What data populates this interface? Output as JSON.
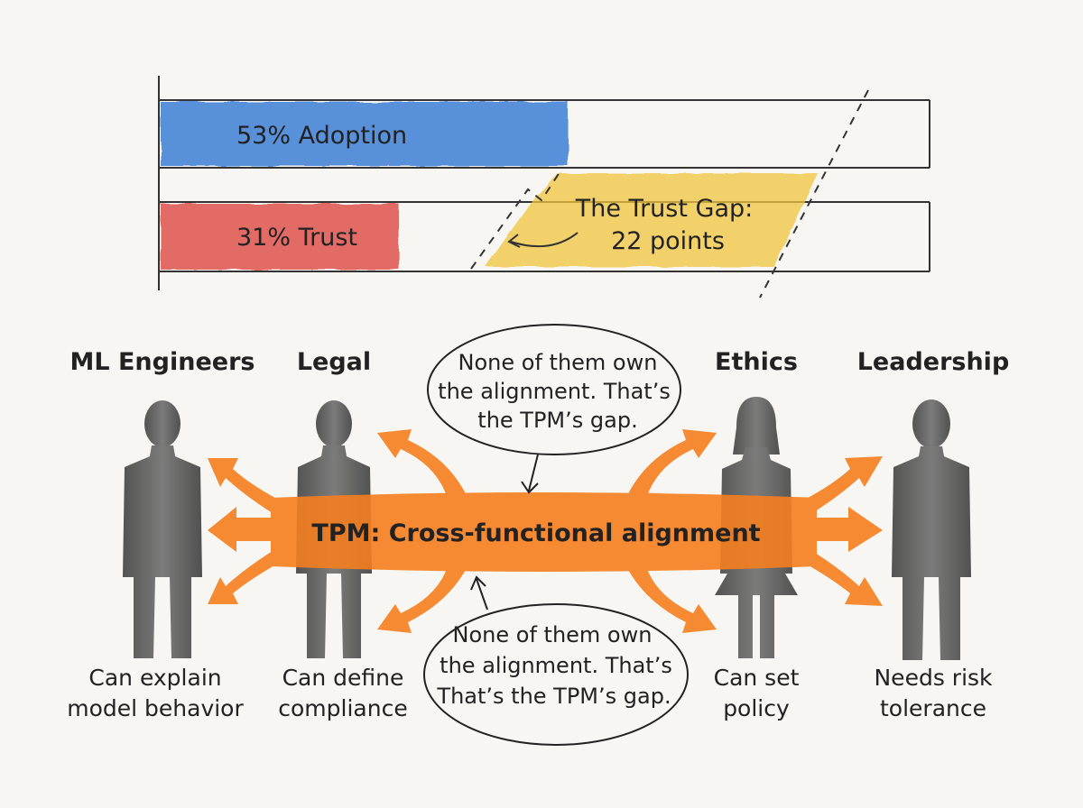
{
  "chart_data": {
    "type": "bar",
    "categories": [
      "Adoption",
      "Trust"
    ],
    "values": [
      53,
      31
    ],
    "xlim": [
      0,
      100
    ],
    "bar_labels": [
      "53% Adoption",
      "31% Trust"
    ],
    "colors": [
      "#3d7fd6",
      "#e0524d"
    ]
  },
  "gap": {
    "line1": "The Trust Gap:",
    "line2": "22 points",
    "value": 22,
    "color": "#f2c53d"
  },
  "center": {
    "label": "TPM: Cross-functional alignment",
    "color": "#f57f1f"
  },
  "bubble_top": {
    "lines": [
      "None of them own",
      "the alignment. That’s",
      "the TPM’s gap."
    ]
  },
  "bubble_bottom": {
    "lines": [
      "None of them own",
      "the alignment. That’s",
      "That’s the TPM’s gap."
    ]
  },
  "roles": [
    {
      "name": "ML Engineers",
      "desc": [
        "Can explain",
        "model behavior"
      ]
    },
    {
      "name": "Legal",
      "desc": [
        "Can define",
        "compliance"
      ]
    },
    {
      "name": "Ethics",
      "desc": [
        "Can set",
        "policy"
      ]
    },
    {
      "name": "Leadership",
      "desc": [
        "Needs risk",
        "tolerance"
      ]
    }
  ],
  "icons": [
    "person-icon",
    "arrow-icon"
  ]
}
